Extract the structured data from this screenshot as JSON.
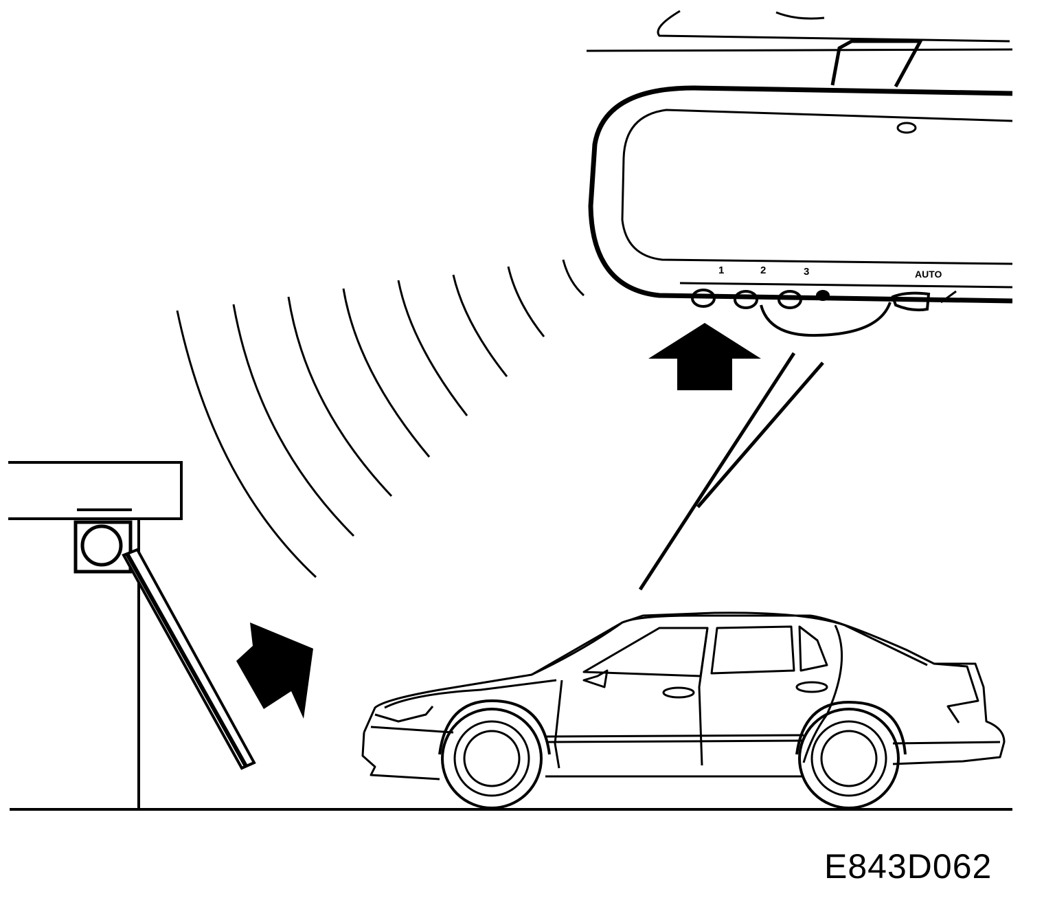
{
  "figure": {
    "code": "E843D062",
    "colors": {
      "line": "#000000",
      "background": "#ffffff"
    }
  },
  "mirror": {
    "buttons": [
      {
        "label": "1"
      },
      {
        "label": "2"
      },
      {
        "label": "3"
      }
    ],
    "auto_label": "AUTO"
  },
  "icons": {
    "garage_opener": "garage-door-opener-icon",
    "car": "car-icon",
    "mirror": "rearview-mirror-icon",
    "signal": "signal-waves-icon",
    "arrows": "arrow-icon"
  }
}
